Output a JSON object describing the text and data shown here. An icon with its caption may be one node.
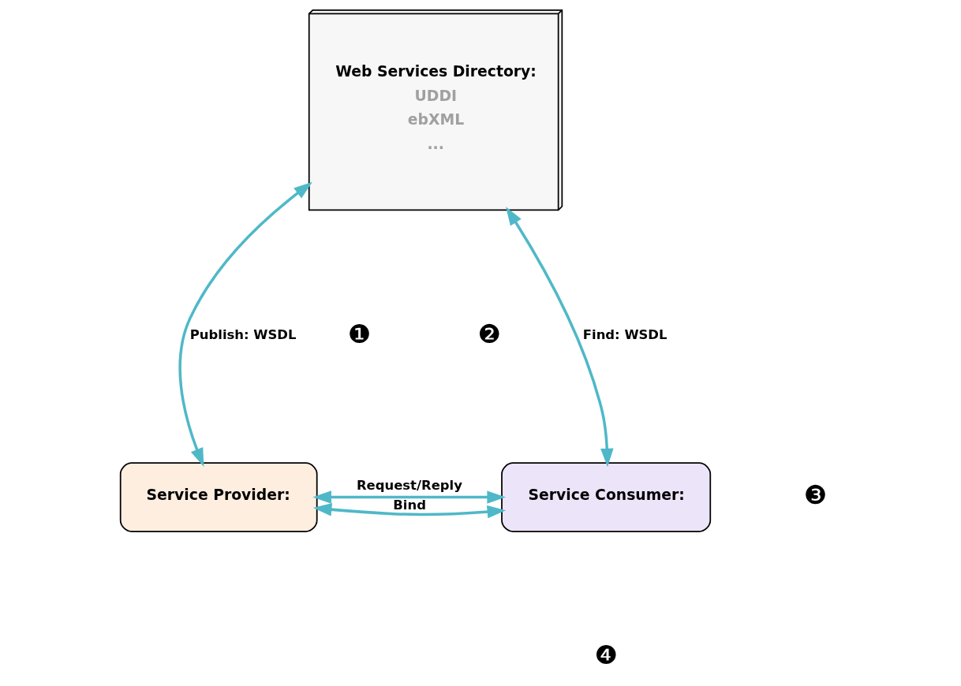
{
  "diagram": {
    "nodes": [
      {
        "text": [
          "Web Services Directory:",
          "UDDI",
          "ebXML",
          "..."
        ]
      },
      {
        "text": [
          "Service Provider:"
        ]
      },
      {
        "text": [
          "Service Consumer:"
        ]
      }
    ],
    "edges": [
      {
        "from": 1,
        "to": 0,
        "arrow": "both",
        "label": "Publish: WSDL"
      },
      {
        "from": 2,
        "to": 0,
        "arrow": "both",
        "label": "Find: WSDL"
      },
      {
        "from": 1,
        "to": 2,
        "arrow": "both",
        "label": "Bind"
      },
      {
        "from": 1,
        "to": 2,
        "arrow": "both",
        "label": "Request/Reply"
      }
    ],
    "labels": [
      "❶",
      "❷",
      "❸",
      "❹"
    ]
  }
}
